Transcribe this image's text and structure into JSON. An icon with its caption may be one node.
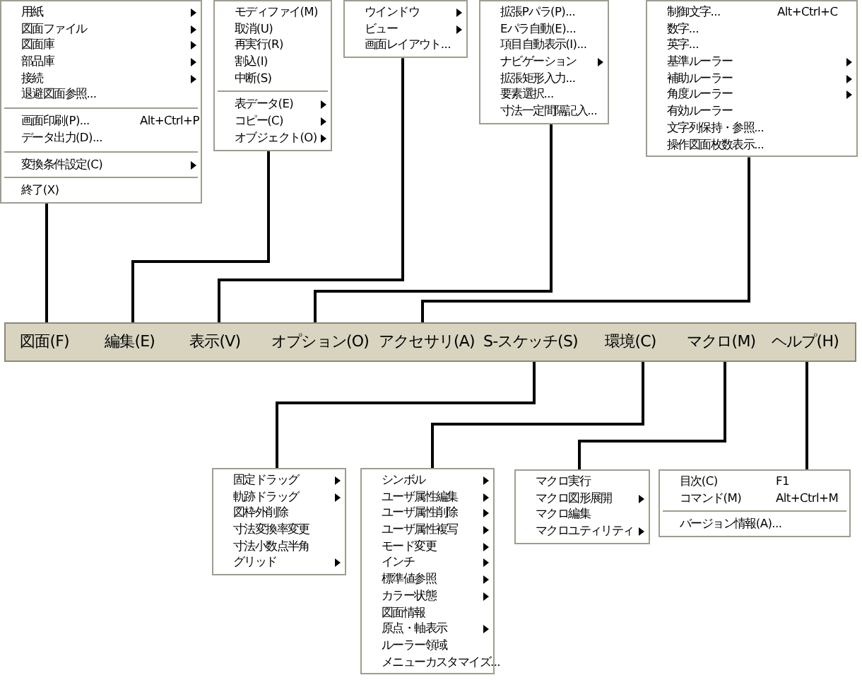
{
  "diagram": {
    "nodes": [
      {
        "text": [
          "用紙",
          "図面ファイル",
          "図面庫",
          "部品庫",
          "接続",
          "退避図面参照...",
          "画面印刷(P)...",
          "Alt+Ctrl+P",
          "データ出力(D)...",
          "変換条件設定(C)",
          "終了(X)"
        ]
      },
      {
        "text": [
          "モディファイ(M)",
          "取消(U)",
          "再実行(R)",
          "割込(I)",
          "中断(S)",
          "表データ(E)",
          "コピー(C)",
          "オブジェクト(O)"
        ]
      },
      {
        "text": [
          "ウインドウ",
          "ビュー",
          "画面レイアウト..."
        ]
      },
      {
        "text": [
          "拡張Pパラ(P)...",
          "Eパラ自動(E)...",
          "項目自動表示(I)...",
          "ナビゲーション",
          "拡張矩形入力...",
          "要素選択...",
          "寸法一定間隔記入..."
        ]
      },
      {
        "text": [
          "制御文字...",
          "Alt+Ctrl+C",
          "数字...",
          "英字...",
          "基準ルーラー",
          "補助ルーラー",
          "角度ルーラー",
          "有効ルーラー",
          "文字列保持・参照...",
          "操作図面枚数表示..."
        ]
      },
      {
        "text": [],
        "shape": "bar"
      },
      {
        "text": [
          "図面(F)"
        ],
        "in": 5
      },
      {
        "text": [
          "編集(E)"
        ],
        "in": 5
      },
      {
        "text": [
          "表示(V)"
        ],
        "in": 5
      },
      {
        "text": [
          "オプション(O)"
        ],
        "in": 5
      },
      {
        "text": [
          "アクセサリ(A)"
        ],
        "in": 5
      },
      {
        "text": [
          "S-スケッチ(S)"
        ],
        "in": 5
      },
      {
        "text": [
          "環境(C)"
        ],
        "in": 5
      },
      {
        "text": [
          "マクロ(M)"
        ],
        "in": 5
      },
      {
        "text": [
          "ヘルプ(H)"
        ],
        "in": 5
      },
      {
        "text": [
          "固定ドラッグ",
          "軌跡ドラッグ",
          "図枠外削除",
          "寸法変換率変更",
          "寸法小数点半角",
          "グリッド"
        ]
      },
      {
        "text": [
          "シンボル",
          "ユーザ属性編集",
          "ユーザ属性削除",
          "ユーザ属性複写",
          "モード変更",
          "インチ",
          "標準値参照",
          "カラー状態",
          "図面情報",
          "原点・軸表示",
          "ルーラー領域",
          "メニューカスタマイズ..."
        ]
      },
      {
        "text": [
          "マクロ実行",
          "マクロ図形展開",
          "マクロ編集",
          "マクロユティリティ"
        ]
      },
      {
        "text": [
          "目次(C)",
          "F1",
          "コマンド(M)",
          "Alt+Ctrl+M",
          "バージョン情報(A)..."
        ]
      }
    ],
    "edges": [
      {
        "from": 6,
        "to": 0,
        "arrow": "none"
      },
      {
        "from": 7,
        "to": 1,
        "arrow": "none"
      },
      {
        "from": 8,
        "to": 2,
        "arrow": "none"
      },
      {
        "from": 9,
        "to": 3,
        "arrow": "none"
      },
      {
        "from": 10,
        "to": 4,
        "arrow": "none"
      },
      {
        "from": 11,
        "to": 15,
        "arrow": "none"
      },
      {
        "from": 12,
        "to": 16,
        "arrow": "none"
      },
      {
        "from": 13,
        "to": 17,
        "arrow": "none"
      },
      {
        "from": 14,
        "to": 18,
        "arrow": "none"
      }
    ]
  }
}
